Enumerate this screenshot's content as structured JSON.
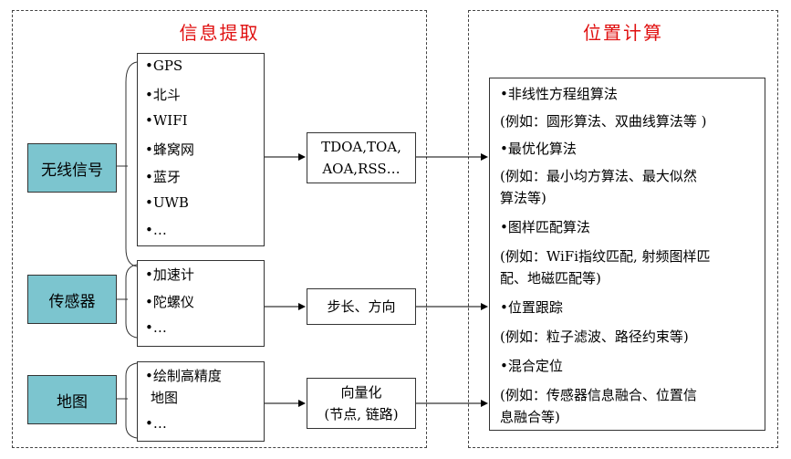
{
  "regions": {
    "info_extraction_title": "信息提取",
    "position_calc_title": "位置计算"
  },
  "sources": {
    "wireless": {
      "label": "无线信号",
      "items": [
        "•GPS",
        "•北斗",
        "•WIFI",
        "•蜂窝网",
        "•蓝牙",
        "•UWB",
        "•…"
      ],
      "output": [
        "TDOA,TOA,",
        "AOA,RSS…"
      ]
    },
    "sensor": {
      "label": "传感器",
      "items": [
        "•加速计",
        "•陀螺仪",
        "•…"
      ],
      "output": [
        "步长、方向"
      ]
    },
    "map": {
      "label": "地图",
      "items": [
        "•绘制高精度",
        "地图",
        "•…"
      ],
      "output": [
        "向量化",
        "(节点, 链路)"
      ]
    }
  },
  "methods": [
    "•非线性方程组算法",
    "(例如：圆形算法、双曲线算法等 )",
    "•最优化算法",
    "(例如：最小均方算法、最大似然",
    "算法等)",
    "•图样匹配算法",
    "(例如：WiFi指纹匹配, 射频图样匹",
    "配、地磁匹配等)",
    "•位置跟踪",
    "(例如：粒子滤波、路径约束等)",
    "•混合定位",
    "(例如：传感器信息融合、位置信",
    "息融合等)"
  ],
  "colors": {
    "title": "#e01010",
    "source_fill": "#7cc5cf"
  }
}
